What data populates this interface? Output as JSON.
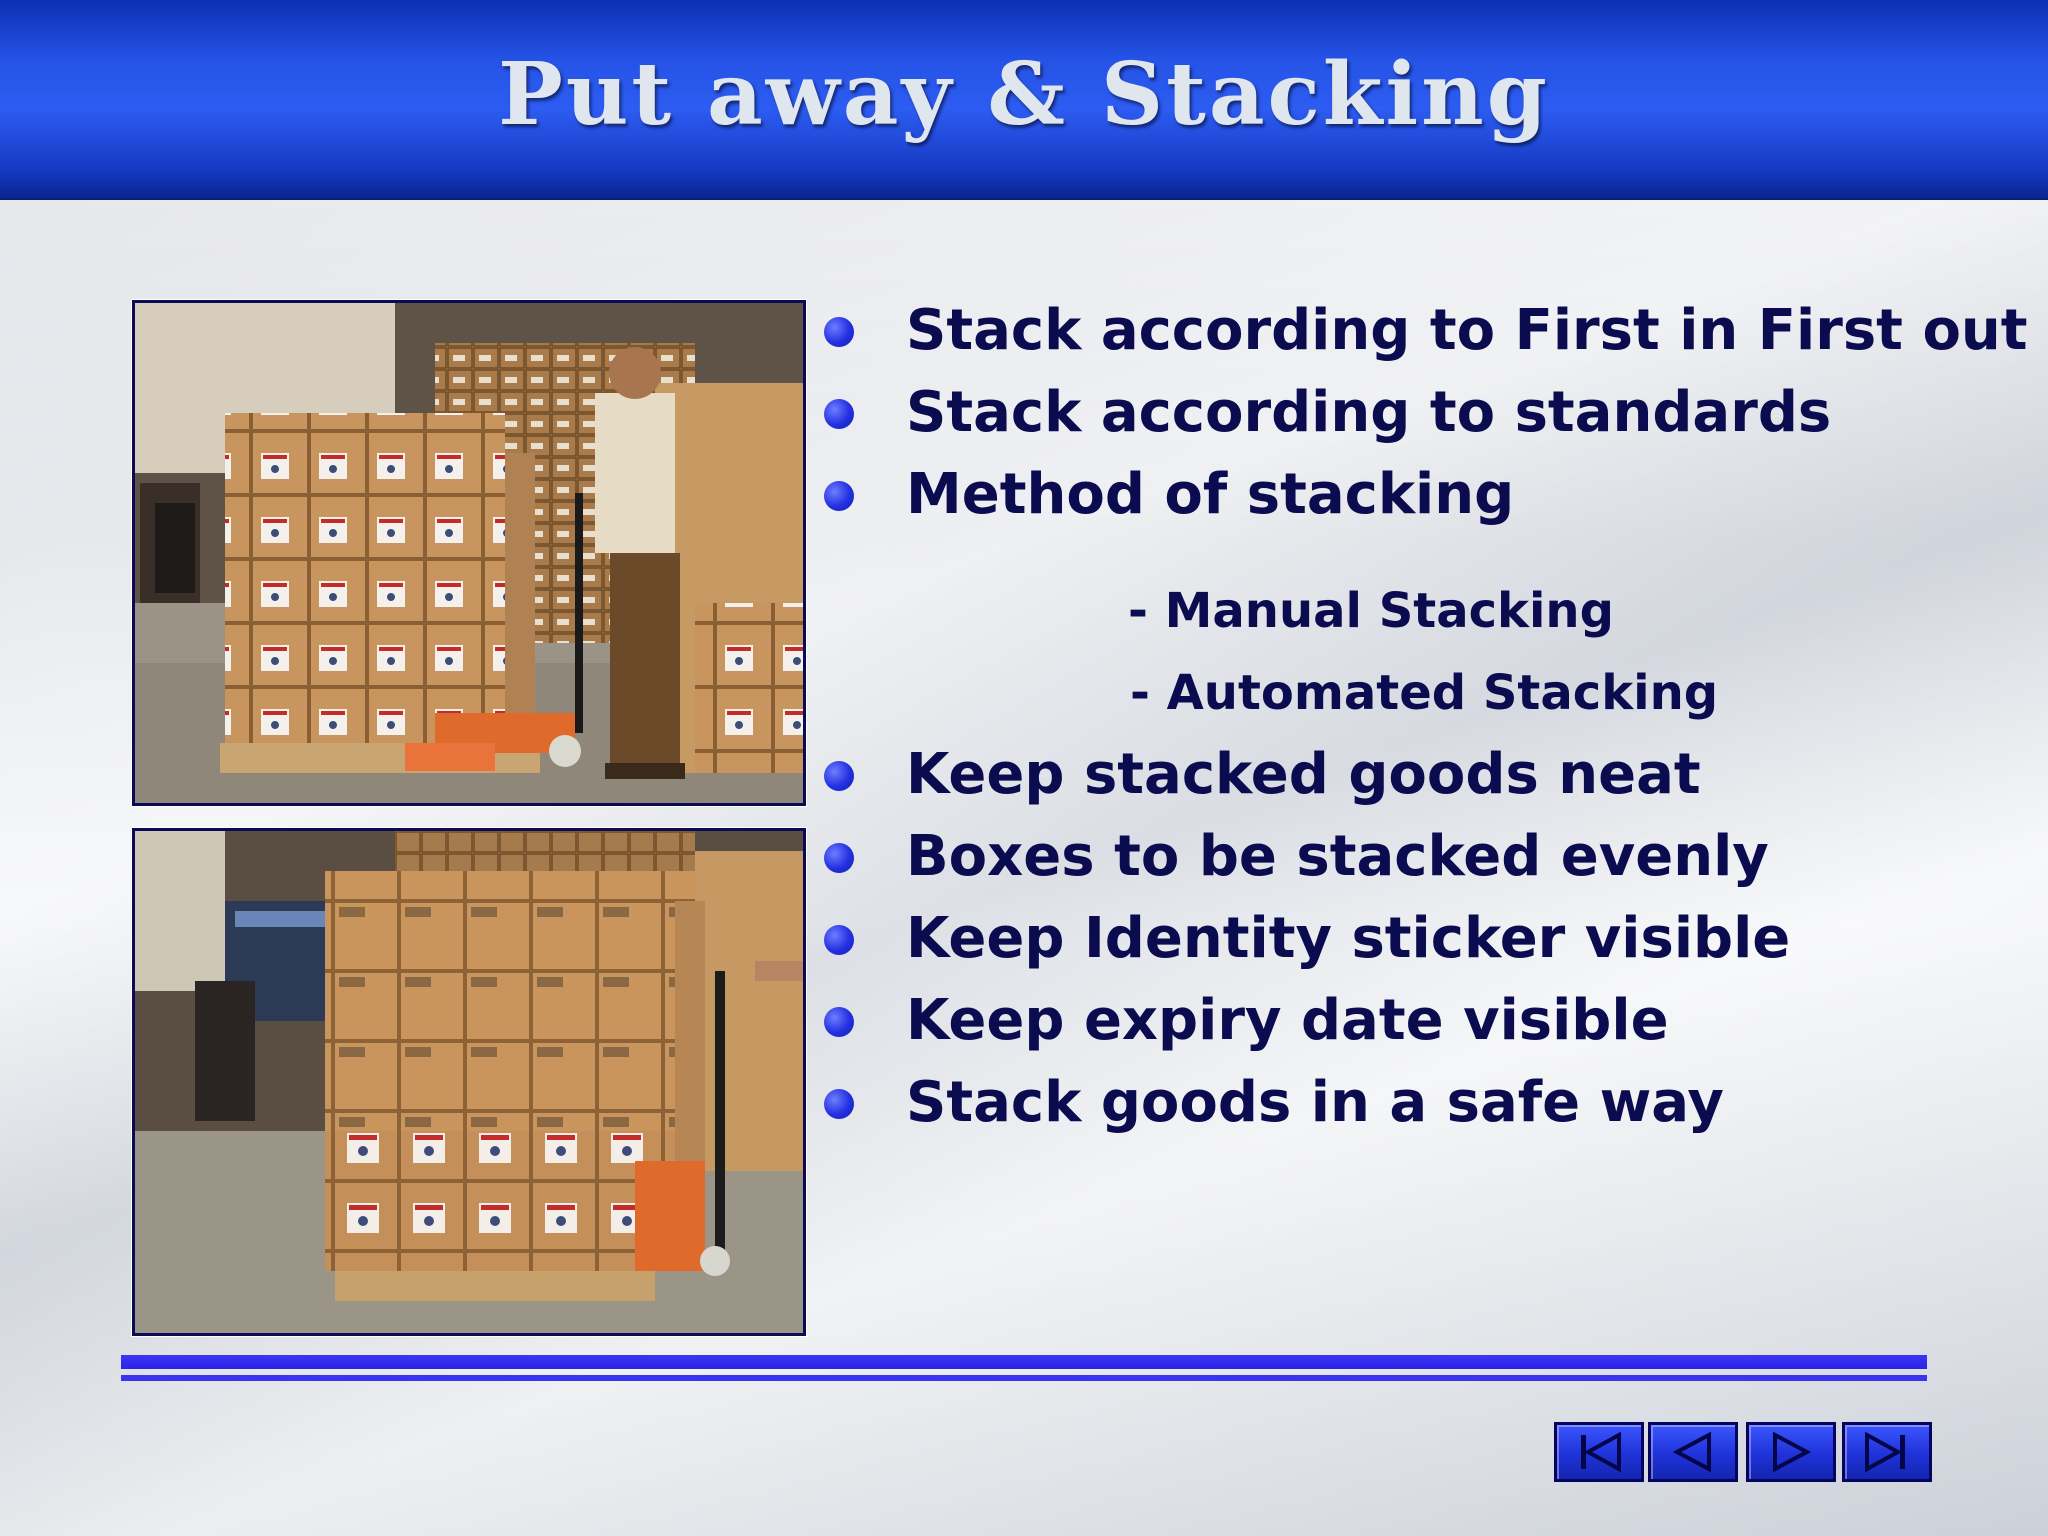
{
  "slide": {
    "title": "Put away & Stacking",
    "bullets_top": [
      "Stack according to First in First out",
      "Stack according to standards",
      "Method of stacking"
    ],
    "sub_items": [
      "- Manual Stacking",
      "- Automated Stacking"
    ],
    "bullets_bottom": [
      "Keep stacked goods neat",
      "Boxes to be stacked evenly",
      "Keep Identity sticker visible",
      "Keep expiry date visible",
      "Stack goods in a safe way"
    ]
  },
  "colors": {
    "header_blue": "#2d5cf2",
    "text_navy": "#0b0b4f",
    "bullet_blue": "#2330e0",
    "rule_blue": "#3a33f0"
  },
  "nav_buttons": [
    {
      "icon": "first-slide-icon"
    },
    {
      "icon": "previous-slide-icon"
    },
    {
      "icon": "next-slide-icon"
    },
    {
      "icon": "last-slide-icon"
    }
  ]
}
